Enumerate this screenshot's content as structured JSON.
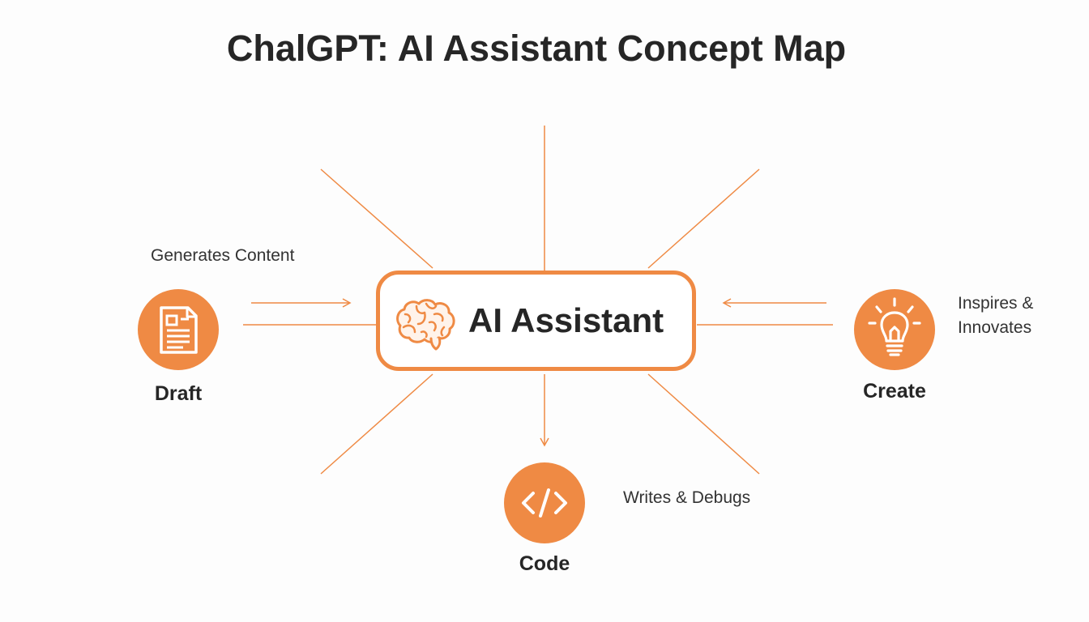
{
  "title": "ChalGPT: AI Assistant Concept Map",
  "center": {
    "label": "AI Assistant",
    "icon": "brain-icon"
  },
  "nodes": {
    "draft": {
      "label": "Draft",
      "description": "Generates Content",
      "icon": "document-icon"
    },
    "create": {
      "label": "Create",
      "description_line1": "Inspires &",
      "description_line2": "Innovates",
      "icon": "lightbulb-icon"
    },
    "code": {
      "label": "Code",
      "description": "Writes & Debugs",
      "icon": "code-brackets-icon"
    }
  },
  "colors": {
    "accent": "#ef8a44",
    "text": "#262626",
    "background": "#fdfdfd"
  }
}
